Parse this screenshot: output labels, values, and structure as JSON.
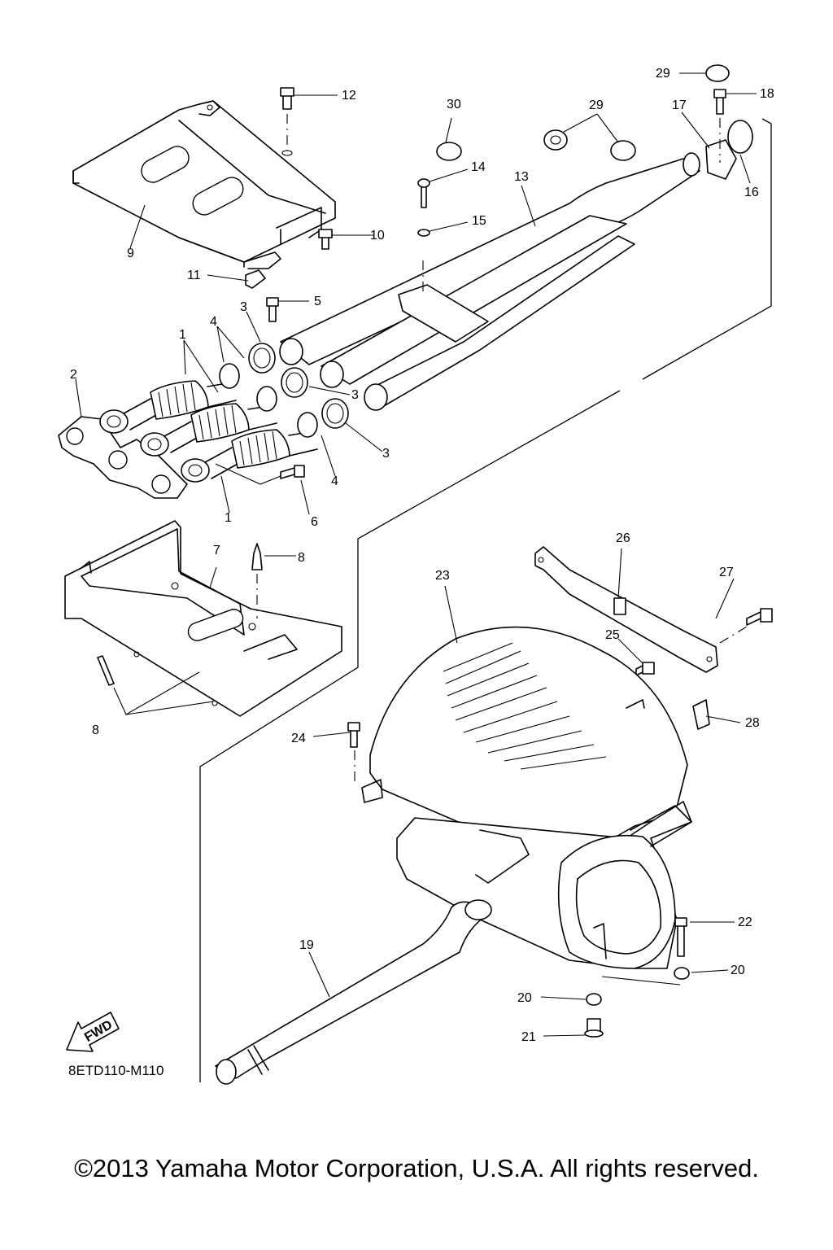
{
  "callouts": [
    "1",
    "2",
    "3",
    "4",
    "5",
    "6",
    "7",
    "8",
    "9",
    "10",
    "11",
    "12",
    "13",
    "14",
    "15",
    "16",
    "17",
    "18",
    "19",
    "20",
    "21",
    "22",
    "23",
    "24",
    "25",
    "26",
    "27",
    "28",
    "29",
    "30"
  ],
  "arrow_label": "FWD",
  "drawing_code": "8ETD110-M110",
  "copyright": "©2013 Yamaha Motor Corporation, U.S.A. All rights reserved."
}
